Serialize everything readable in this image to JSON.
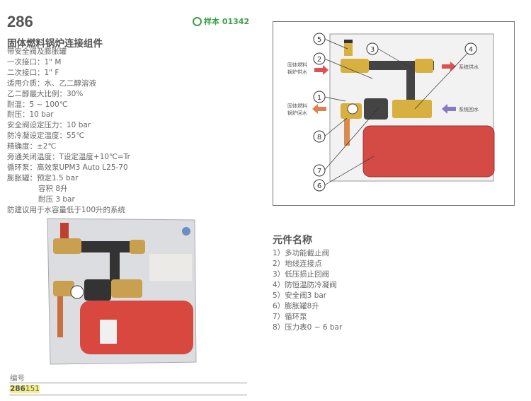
{
  "header": {
    "page_number": "286",
    "logo_text": "样本 01342",
    "logo_icon": "g-circle-icon",
    "brand_color": "#3aa04a"
  },
  "product": {
    "title": "固体燃料锅炉连接组件",
    "specs": [
      "带安全阀及膨胀罐",
      "一次接口：1\" M",
      "二次接口：1\" F",
      "适用介质：水、乙二醇溶液",
      "乙二醇最大比例：30%",
      "耐温：5 ~ 100℃",
      "耐压：10 bar",
      "安全阀设定压力：10 bar",
      "防冷凝设定温度：55℃",
      "精确度：±2℃",
      "旁通关闭温度：T设定温度+10℃=Tr",
      "循环泵：高效泵UPM3 Auto L25-70",
      "膨胀罐：预定1.5 bar",
      "容积 8升",
      "耐压 3 bar",
      "防建议用于水容量低于100升的系统"
    ]
  },
  "code": {
    "label": "编号",
    "value_bold": "286",
    "value_rest": "151"
  },
  "diagram": {
    "labels": {
      "boiler_supply": [
        "固体燃料",
        "锅炉供水"
      ],
      "boiler_return": [
        "固体燃料",
        "锅炉回水"
      ],
      "system_supply": "系统供水",
      "system_return": "系统回水"
    },
    "callouts": [
      "1",
      "2",
      "3",
      "4",
      "5",
      "6",
      "7",
      "8"
    ]
  },
  "parts": {
    "title": "元件名称",
    "items": [
      "1）多功能截止阀",
      "2）地线连接点",
      "3）低压损止回阀",
      "4）防恒温防冷凝阀",
      "5）安全阀3 bar",
      "6）膨胀罐8升",
      "7）循环泵",
      "8）压力表0 ~ 6 bar"
    ]
  }
}
